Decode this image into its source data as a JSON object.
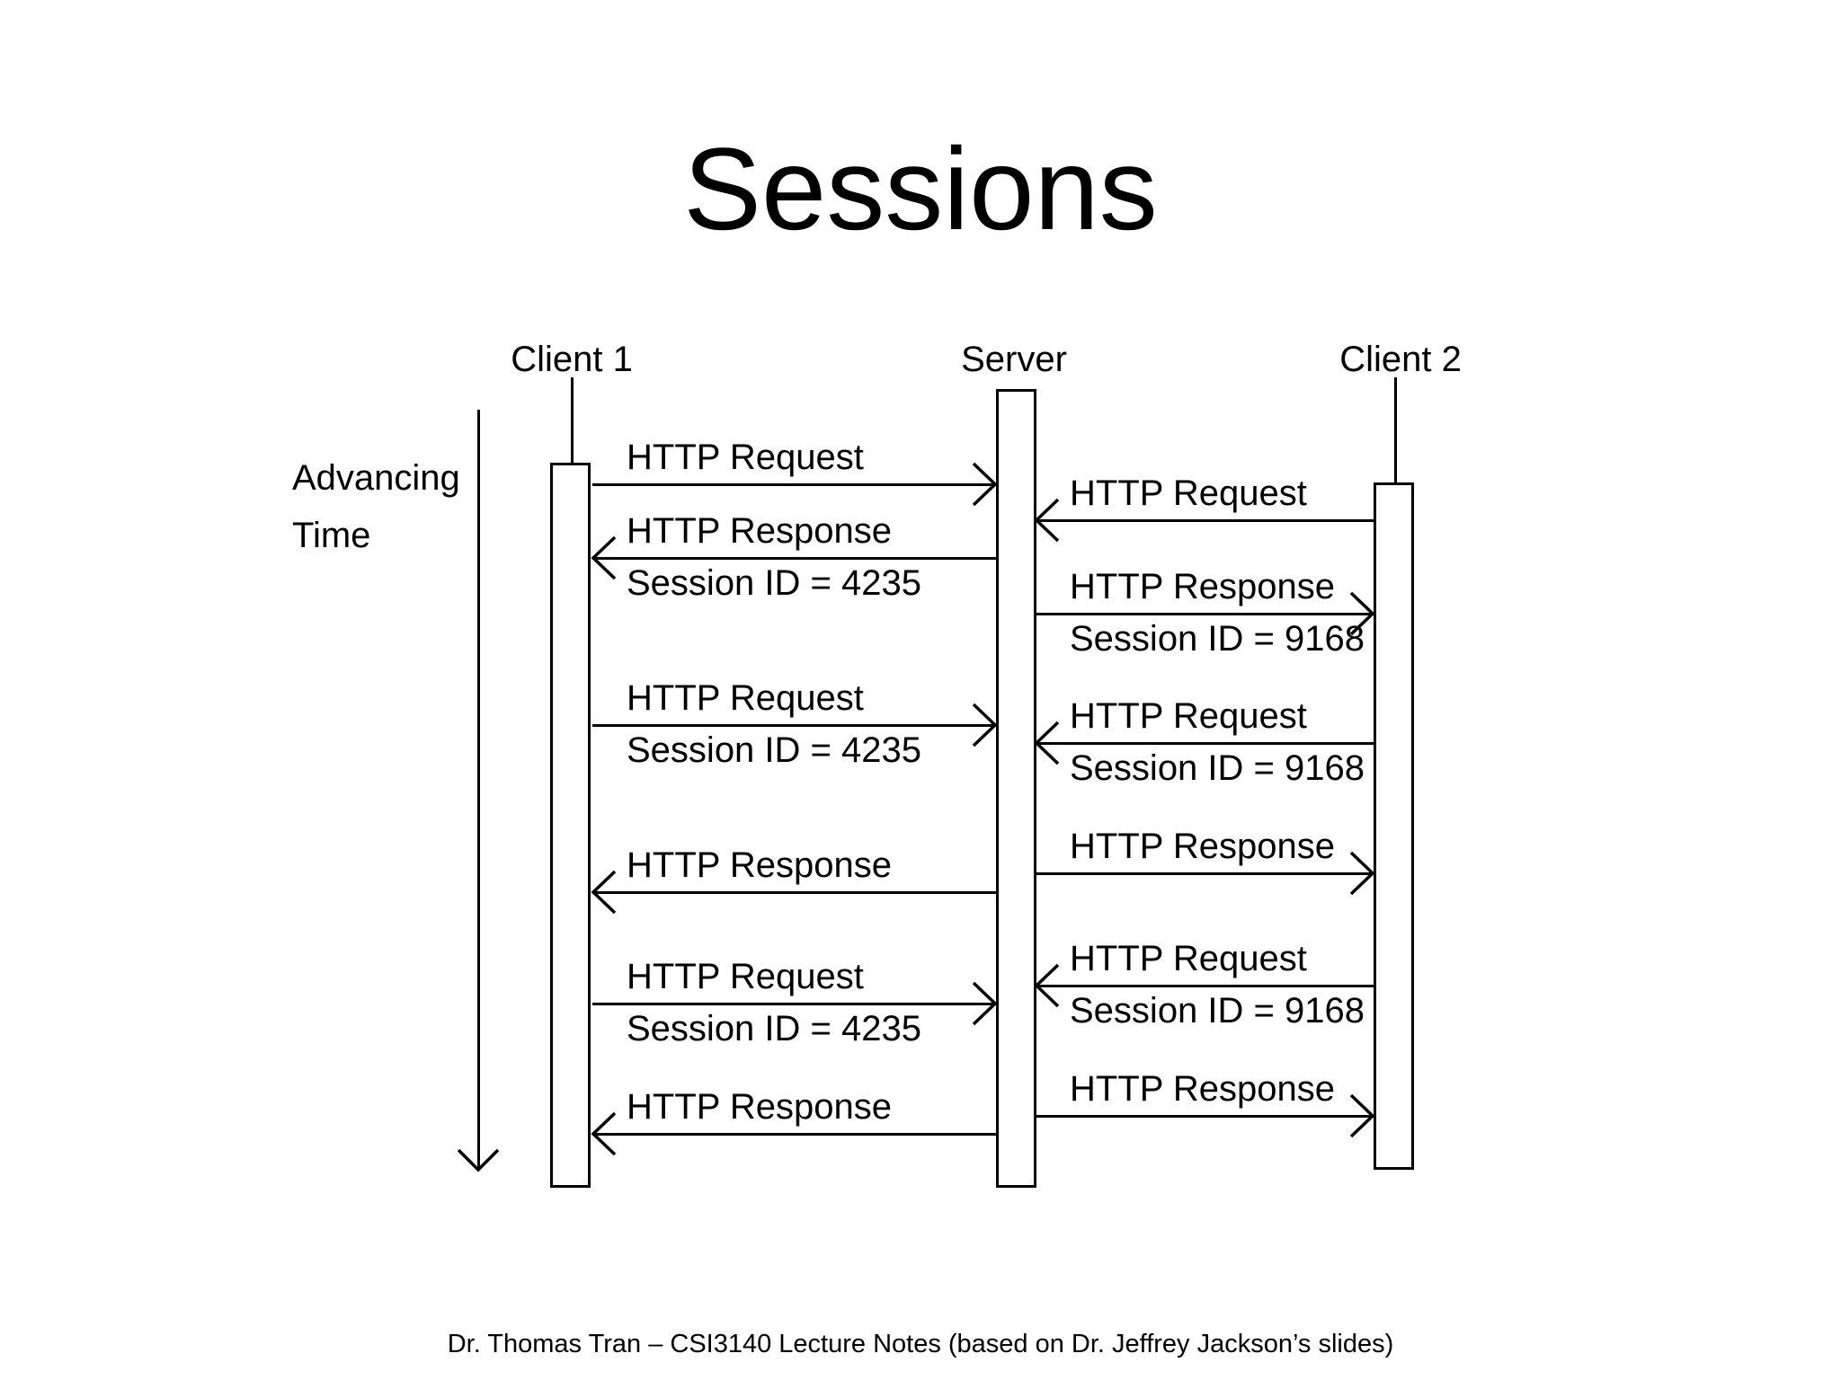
{
  "slide": {
    "title": "Sessions",
    "footer": "Dr. Thomas Tran – CSI3140 Lecture Notes (based on Dr. Jeffrey Jackson’s slides)"
  },
  "diagram": {
    "time_axis": {
      "line1": "Advancing",
      "line2": "Time"
    },
    "lifelines": [
      {
        "label": "Client 1"
      },
      {
        "label": "Server"
      },
      {
        "label": "Client 2"
      }
    ],
    "client1_server": [
      {
        "label": "HTTP Request",
        "direction": "to-server"
      },
      {
        "label": "HTTP Response",
        "sublabel": "Session ID = 4235",
        "direction": "to-client1"
      },
      {
        "label": "HTTP Request",
        "sublabel": "Session ID = 4235",
        "direction": "to-server"
      },
      {
        "label": "HTTP Response",
        "direction": "to-client1"
      },
      {
        "label": "HTTP Request",
        "sublabel": "Session ID = 4235",
        "direction": "to-server"
      },
      {
        "label": "HTTP Response",
        "direction": "to-client1"
      }
    ],
    "server_client2": [
      {
        "label": "HTTP Request",
        "direction": "to-server"
      },
      {
        "label": "HTTP Response",
        "sublabel": "Session ID = 9168",
        "direction": "to-client2"
      },
      {
        "label": "HTTP Request",
        "sublabel": "Session ID = 9168",
        "direction": "to-server"
      },
      {
        "label": "HTTP Response",
        "direction": "to-client2"
      },
      {
        "label": "HTTP Request",
        "sublabel": "Session ID = 9168",
        "direction": "to-server"
      },
      {
        "label": "HTTP Response",
        "direction": "to-client2"
      }
    ],
    "colors": {
      "ink": "#000000",
      "background": "#ffffff"
    }
  }
}
